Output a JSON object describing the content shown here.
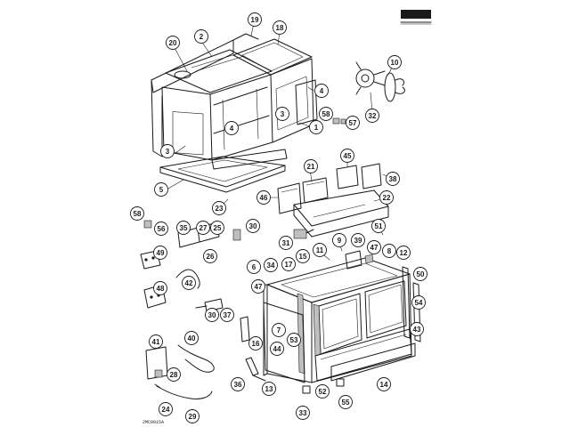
{
  "diagram": {
    "drawing_code": "2MC0015A",
    "callouts": [
      {
        "id": "c1",
        "text": "1"
      },
      {
        "id": "c2",
        "text": "2"
      },
      {
        "id": "c3a",
        "text": "3"
      },
      {
        "id": "c3b",
        "text": "3"
      },
      {
        "id": "c4a",
        "text": "4"
      },
      {
        "id": "c4b",
        "text": "4"
      },
      {
        "id": "c5",
        "text": "5"
      },
      {
        "id": "c6",
        "text": "6"
      },
      {
        "id": "c7",
        "text": "7"
      },
      {
        "id": "c8",
        "text": "8"
      },
      {
        "id": "c9",
        "text": "9"
      },
      {
        "id": "c10",
        "text": "10"
      },
      {
        "id": "c11",
        "text": "11"
      },
      {
        "id": "c12",
        "text": "12"
      },
      {
        "id": "c13",
        "text": "13"
      },
      {
        "id": "c14",
        "text": "14"
      },
      {
        "id": "c15",
        "text": "15"
      },
      {
        "id": "c16",
        "text": "16"
      },
      {
        "id": "c17",
        "text": "17"
      },
      {
        "id": "c18",
        "text": "18"
      },
      {
        "id": "c19",
        "text": "19"
      },
      {
        "id": "c20",
        "text": "20"
      },
      {
        "id": "c21",
        "text": "21"
      },
      {
        "id": "c22",
        "text": "22"
      },
      {
        "id": "c23",
        "text": "23"
      },
      {
        "id": "c24",
        "text": "24"
      },
      {
        "id": "c25",
        "text": "25"
      },
      {
        "id": "c26",
        "text": "26"
      },
      {
        "id": "c27",
        "text": "27"
      },
      {
        "id": "c28",
        "text": "28"
      },
      {
        "id": "c29",
        "text": "29"
      },
      {
        "id": "c30a",
        "text": "30"
      },
      {
        "id": "c30b",
        "text": "30"
      },
      {
        "id": "c31",
        "text": "31"
      },
      {
        "id": "c32",
        "text": "32"
      },
      {
        "id": "c33",
        "text": "33"
      },
      {
        "id": "c34",
        "text": "34"
      },
      {
        "id": "c35",
        "text": "35"
      },
      {
        "id": "c36",
        "text": "36"
      },
      {
        "id": "c37",
        "text": "37"
      },
      {
        "id": "c38",
        "text": "38"
      },
      {
        "id": "c39",
        "text": "39"
      },
      {
        "id": "c40",
        "text": "40"
      },
      {
        "id": "c41",
        "text": "41"
      },
      {
        "id": "c42",
        "text": "42"
      },
      {
        "id": "c43",
        "text": "43"
      },
      {
        "id": "c44",
        "text": "44"
      },
      {
        "id": "c45",
        "text": "45"
      },
      {
        "id": "c46",
        "text": "46"
      },
      {
        "id": "c47a",
        "text": "47"
      },
      {
        "id": "c47b",
        "text": "47"
      },
      {
        "id": "c48",
        "text": "48"
      },
      {
        "id": "c49",
        "text": "49"
      },
      {
        "id": "c50",
        "text": "50"
      },
      {
        "id": "c51",
        "text": "51"
      },
      {
        "id": "c52",
        "text": "52"
      },
      {
        "id": "c53",
        "text": "53"
      },
      {
        "id": "c54",
        "text": "54"
      },
      {
        "id": "c55",
        "text": "55"
      },
      {
        "id": "c56",
        "text": "56"
      },
      {
        "id": "c57",
        "text": "57"
      },
      {
        "id": "c58a",
        "text": "58"
      },
      {
        "id": "c58b",
        "text": "58"
      }
    ]
  }
}
